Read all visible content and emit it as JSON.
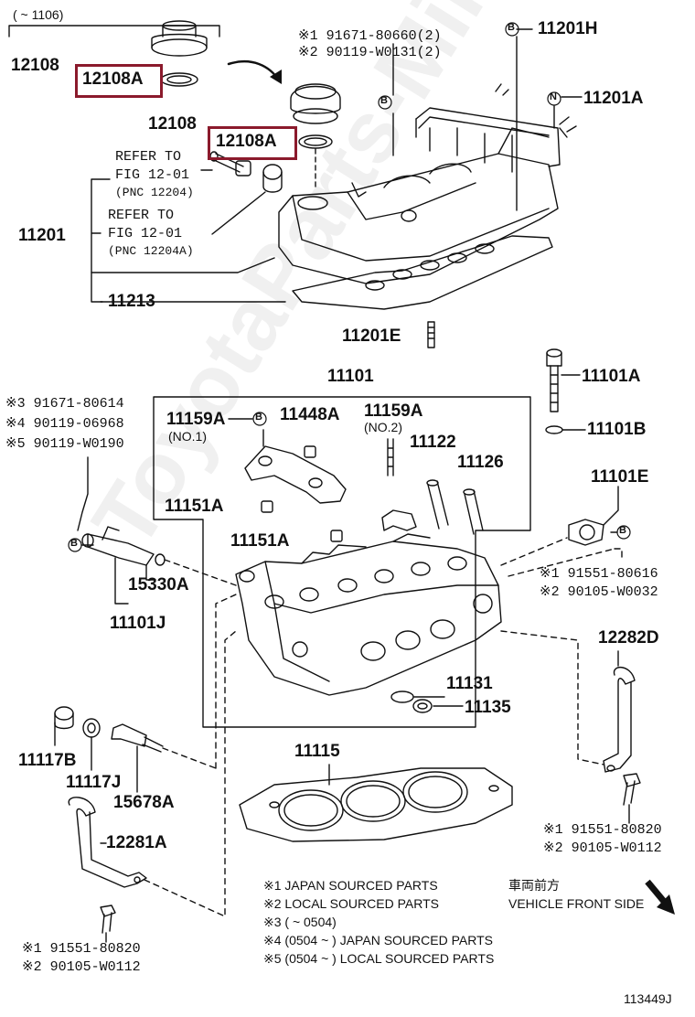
{
  "range_top": "(      ~ 1106)",
  "watermark": "ToyotaParts-Mir.ru",
  "fig_id": "113449J",
  "front_jp": "車両前方",
  "front_en": "VEHICLE FRONT SIDE",
  "notes": [
    "※1  JAPAN SOURCED PARTS",
    "※2  LOCAL SOURCED PARTS",
    "※3 (      ~ 0504)",
    "※4 (0504 ~       ) JAPAN SOURCED PARTS",
    "※5 (0504 ~       ) LOCAL SOURCED PARTS"
  ],
  "top_refs": [
    "※1  91671-80660(2)",
    "※2  90119-W0131(2)"
  ],
  "left_refs": [
    "※3 91671-80614",
    "※4 90119-06968",
    "※5 90119-W0190"
  ],
  "refer1": [
    "REFER TO",
    "FIG 12-01",
    "(PNC 12204)"
  ],
  "refer2": [
    "REFER TO",
    "FIG 12-01",
    "(PNC 12204A)"
  ],
  "ref_11101E": [
    "※1  91551-80616",
    "※2  90105-W0032"
  ],
  "ref_12282D": [
    "※1 91551-80820",
    "※2 90105-W0112"
  ],
  "ref_12281A": [
    "※1 91551-80820",
    "※2 90105-W0112"
  ],
  "parts": {
    "p12108a": "12108",
    "p12108A_a": "12108A",
    "p12108b": "12108",
    "p12108A_b": "12108A",
    "p11201": "11201",
    "p11213": "11213",
    "p11201H": "11201H",
    "p11201A": "11201A",
    "p11201E": "11201E",
    "p11101": "11101",
    "p11101A": "11101A",
    "p11101B": "11101B",
    "p11101E": "11101E",
    "p11159A1": "11159A",
    "p11159A1_sub": "(NO.1)",
    "p11448A": "11448A",
    "p11159A2": "11159A",
    "p11159A2_sub": "(NO.2)",
    "p11122": "11122",
    "p11126": "11126",
    "p11151A_a": "11151A",
    "p11151A_b": "11151A",
    "p15330A": "15330A",
    "p11101J": "11101J",
    "p11131": "11131",
    "p11135": "11135",
    "p12282D": "12282D",
    "p11117B": "11117B",
    "p11117J": "11117J",
    "p15678A": "15678A",
    "p11115": "11115",
    "p12281A": "12281A"
  },
  "markers": {
    "b": "B",
    "n": "N"
  }
}
